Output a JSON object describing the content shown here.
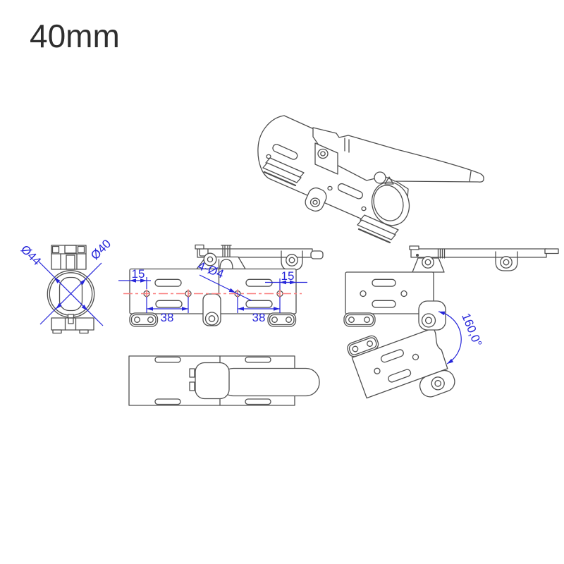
{
  "page": {
    "title": "40mm"
  },
  "colors": {
    "line": "#4f4f4f",
    "dimension": "#2626d9",
    "centerline": "#f98080",
    "title": "#2e2e2e",
    "background": "#ffffff"
  },
  "dims": {
    "outer_diameter": "Ø44",
    "bore_diameter": "Ø40",
    "edge_offset_left": "15",
    "edge_offset_right": "15",
    "hole_spacing_left": "38",
    "hole_spacing_right": "38",
    "hole_callout": "4-Ø4",
    "fold_angle": "160,0°"
  }
}
